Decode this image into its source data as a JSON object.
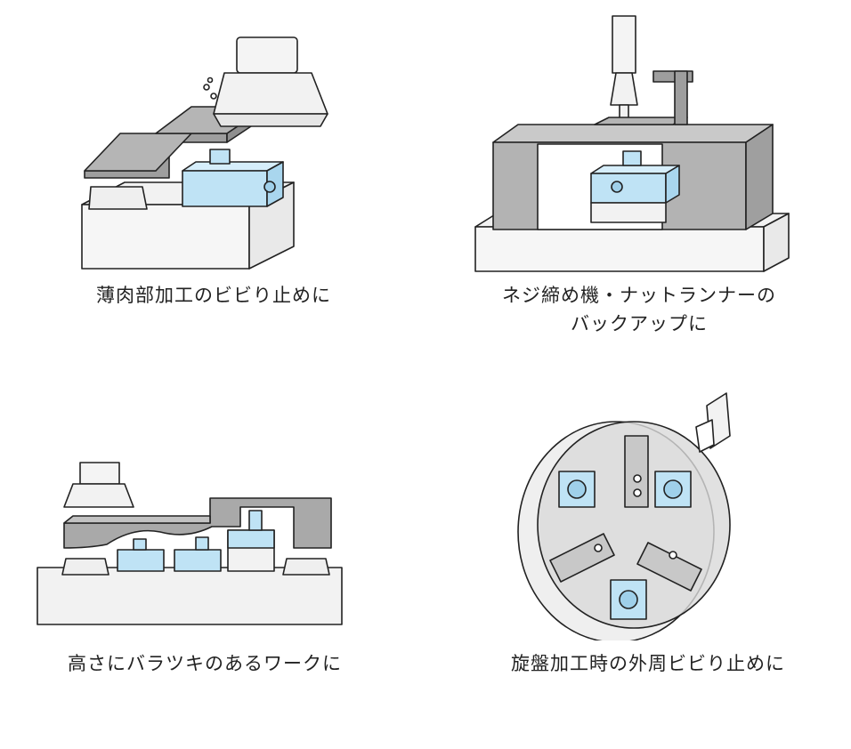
{
  "panels": [
    {
      "caption": [
        "薄肉部加工のビビり止めに"
      ]
    },
    {
      "caption": [
        "ネジ締め機・ナットランナーの",
        "バックアップに"
      ]
    },
    {
      "caption": [
        "高さにバラツキのあるワークに"
      ]
    },
    {
      "caption": [
        "旋盤加工時の外周ビビり止めに"
      ]
    }
  ],
  "colors": {
    "support_blue": "#bfe3f5",
    "machine_gray": "#a9a9a9",
    "base_white": "#f2f2f2",
    "outline": "#222222"
  }
}
